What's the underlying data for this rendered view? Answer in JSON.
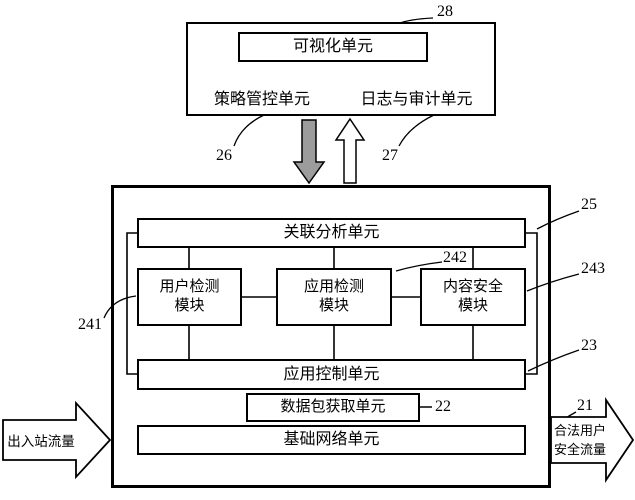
{
  "top_unit": {
    "visualization_label": "可视化单元",
    "policy_label": "策略管控单元",
    "audit_label": "日志与审计单元"
  },
  "main_unit": {
    "correlation_label": "关联分析单元",
    "user_module_label": "用户检测\n模块",
    "app_module_label": "应用检测\n模块",
    "content_module_label": "内容安全\n模块",
    "app_control_label": "应用控制单元",
    "packet_capture_label": "数据包获取单元",
    "base_network_label": "基础网络单元"
  },
  "flows": {
    "inbound_label": "出入站流量",
    "outbound_label": "合法用户\n安全流量"
  },
  "refs": {
    "r28": "28",
    "r26": "26",
    "r27": "27",
    "r25": "25",
    "r241": "241",
    "r242": "242",
    "r243": "243",
    "r23": "23",
    "r22": "22",
    "r21": "21"
  }
}
